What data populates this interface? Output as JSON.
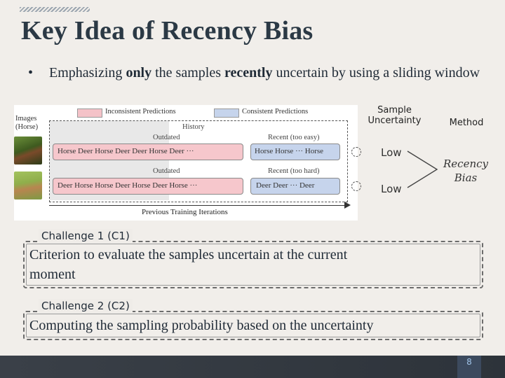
{
  "slide": {
    "title": "Key Idea of Recency Bias",
    "bullet": {
      "part1": "Emphasizing ",
      "bold1": "only",
      "part2": " the samples ",
      "bold2": "recently",
      "part3": " uncertain by using a sliding window"
    },
    "page_number": "8"
  },
  "figure": {
    "images_label_line1": "Images",
    "images_label_line2": "(Horse)",
    "legend_inconsistent": "Inconsistent Predictions",
    "legend_consistent": "Consistent Predictions",
    "history_label": "History",
    "outdated_label": "Outdated",
    "recent_easy_label": "Recent (too easy)",
    "recent_hard_label": "Recent (too hard)",
    "row1_history": "Horse   Deer   Horse   Deer   Deer   Horse   Deer   ···",
    "row1_recent": "Horse   Horse  ···  Horse",
    "row2_history": "Deer   Horse   Horse   Deer   Horse   Deer   Horse   ···",
    "row2_recent": "Deer   Deer   ···   Deer",
    "axis_label": "Previous Training Iterations"
  },
  "table": {
    "col1_header": "Sample Uncertainty",
    "col2_header": "Method",
    "row1_value": "Low",
    "row2_value": "Low",
    "method_line1": "Recency",
    "method_line2": "Bias"
  },
  "challenges": [
    {
      "tag": "Challenge 1 (C1)",
      "text_line1": "Criterion to evaluate the samples uncertain at the current",
      "text_line2": "moment"
    },
    {
      "tag": "Challenge 2 (C2)",
      "text": "Computing the sampling probability based on the uncertainty"
    }
  ]
}
